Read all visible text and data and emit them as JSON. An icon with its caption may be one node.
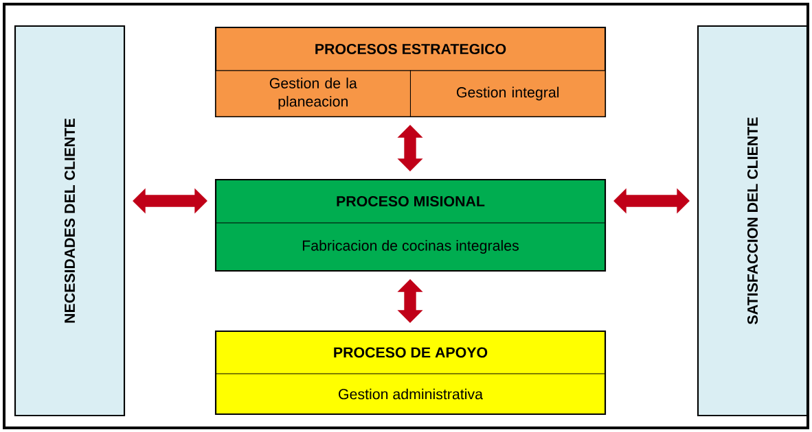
{
  "diagram": {
    "nodes": [
      {
        "text": [
          "NECESIDADES DEL CLIENTE"
        ]
      },
      {
        "text": [
          "PROCESOS ESTRATEGICO"
        ]
      },
      {
        "text": [
          "Gestion de la planeacion"
        ],
        "in": 1
      },
      {
        "text": [
          "Gestion integral"
        ],
        "in": 1
      },
      {
        "text": [
          "PROCESO MISIONAL",
          "Fabricacion de cocinas integrales"
        ]
      },
      {
        "text": [
          "PROCESO DE APOYO",
          "Gestion administrativa"
        ]
      },
      {
        "text": [
          "SATISFACCION DEL CLIENTE"
        ]
      }
    ],
    "edges": [
      {
        "from": 0,
        "to": 4,
        "arrow": "both"
      },
      {
        "from": 1,
        "to": 4,
        "arrow": "both"
      },
      {
        "from": 4,
        "to": 5,
        "arrow": "both"
      },
      {
        "from": 4,
        "to": 6,
        "arrow": "both"
      }
    ]
  }
}
